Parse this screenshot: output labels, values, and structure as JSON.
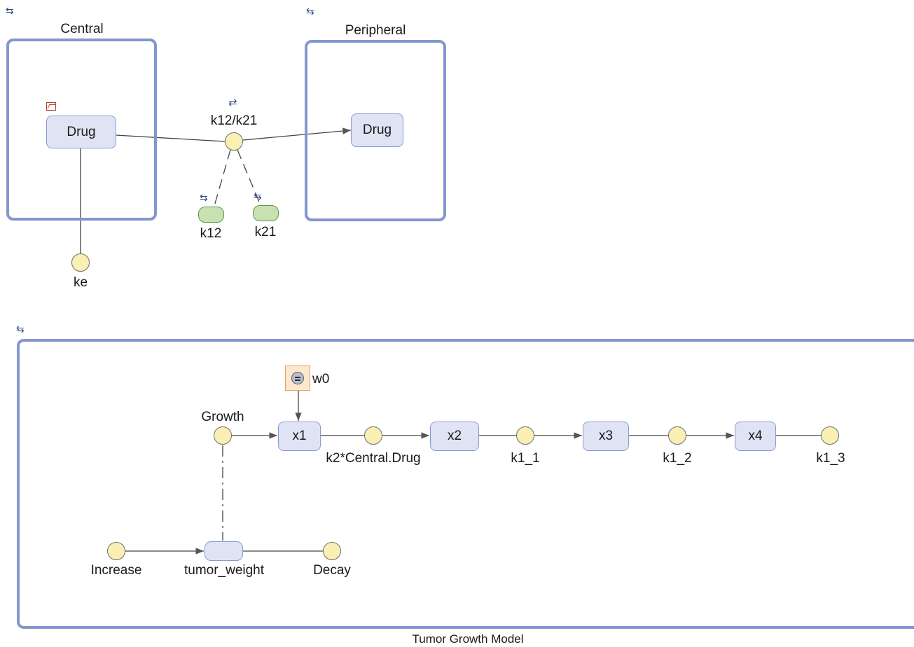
{
  "colors": {
    "compartment_border": "#8496cf",
    "species_fill": "#dfe3f3",
    "reaction_fill": "#fbf0b3",
    "parameter_fill": "#c8e1b0",
    "rule_fill": "#fbe8cf"
  },
  "compartments": {
    "central": {
      "label": "Central"
    },
    "peripheral": {
      "label": "Peripheral"
    },
    "tumor": {
      "label": "Tumor Growth Model"
    }
  },
  "species": {
    "central_drug": "Drug",
    "peripheral_drug": "Drug",
    "x1": "x1",
    "x2": "x2",
    "x3": "x3",
    "x4": "x4",
    "tumor_weight": "tumor_weight"
  },
  "reactions": {
    "exchange": "k12/k21",
    "elimination": "ke",
    "transit_1": "k2*Central.Drug",
    "transit_2": "k1_1",
    "transit_3": "k1_2",
    "transit_4": "k1_3",
    "growth": "Growth",
    "increase": "Increase",
    "decay": "Decay"
  },
  "parameters": {
    "k12": "k12",
    "k21": "k21"
  },
  "rules": {
    "w0": "w0"
  },
  "icons": [
    "reversible-reaction-icon",
    "plot-icon",
    "rule-icon",
    "arrows-exchange-icon"
  ]
}
